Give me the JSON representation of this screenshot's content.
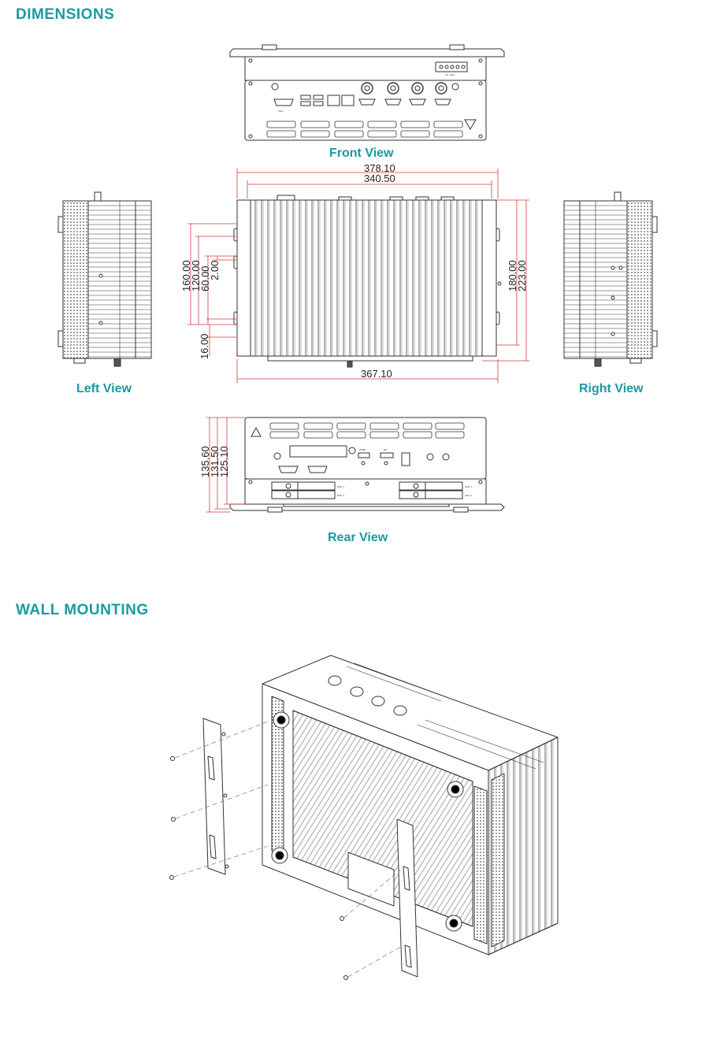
{
  "sections": {
    "dimensions_title": "DIMENSIONS",
    "wall_mounting_title": "WALL MOUNTING"
  },
  "views": {
    "front": "Front View",
    "left": "Left View",
    "right": "Right View",
    "rear": "Rear View"
  },
  "dimensions": {
    "overall_width": "378.10",
    "body_width": "340.50",
    "mount_span": "367.10",
    "left_160": "160.00",
    "left_120": "120.00",
    "left_60": "60.00",
    "left_2": "2.00",
    "left_16": "16.00",
    "right_180": "180.00",
    "right_223": "223.00",
    "rear_135": "135.60",
    "rear_131": "131.50",
    "rear_125": "125.10"
  },
  "panel_markings": {
    "vga": "VGA",
    "dc_in": "9V~36V",
    "hdmi": "HDMI",
    "dp": "DP",
    "ssd1": "SSD 1",
    "ssd2": "SSD 2"
  },
  "colors": {
    "accent": "#1a9aa3",
    "dimension_line": "#d23a3a",
    "drawing_line": "#333333"
  }
}
